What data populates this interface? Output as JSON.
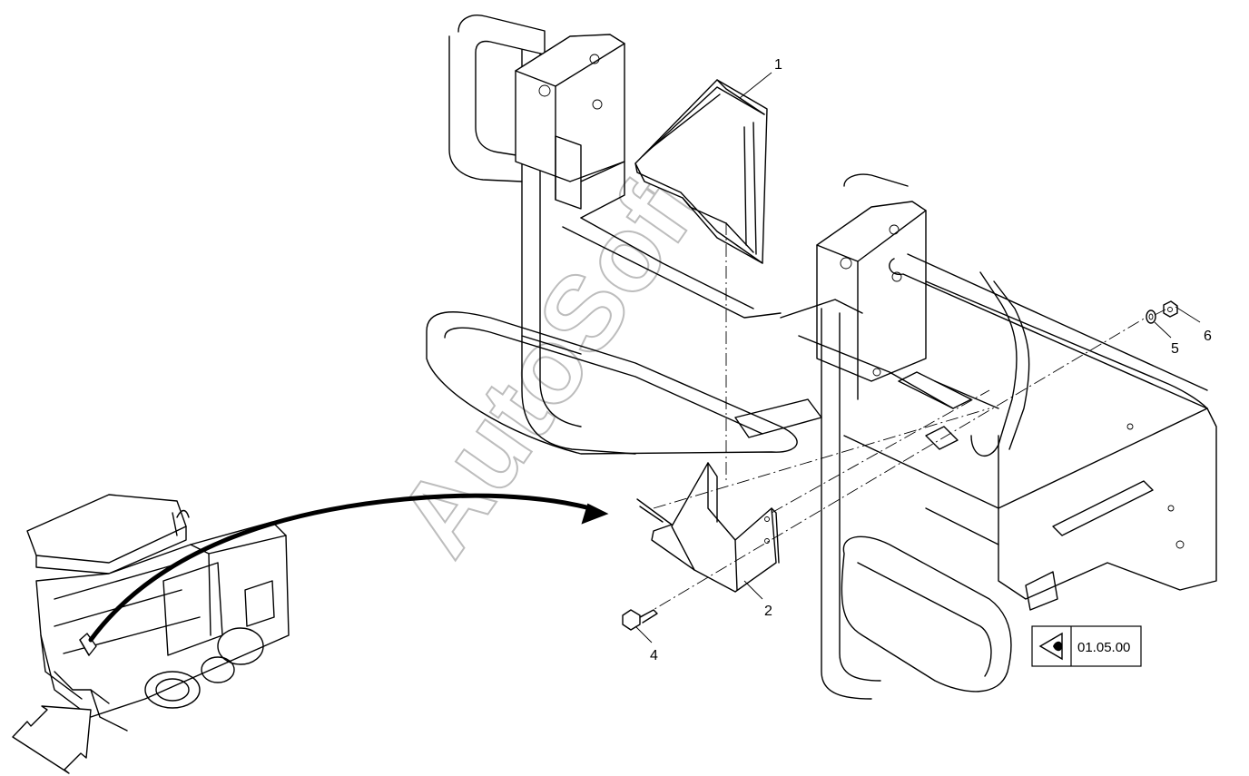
{
  "watermark": "AutoSoft",
  "callouts": [
    {
      "id": "1",
      "label": "1"
    },
    {
      "id": "2",
      "label": "2"
    },
    {
      "id": "4",
      "label": "4"
    },
    {
      "id": "5",
      "label": "5"
    },
    {
      "id": "6",
      "label": "6"
    }
  ],
  "reference": {
    "icon": "eye-view-icon",
    "code": "01.05.00"
  },
  "icons": {
    "view_direction": "view-direction-arrow-icon",
    "pointer": "curved-pointer-arrow-icon"
  }
}
